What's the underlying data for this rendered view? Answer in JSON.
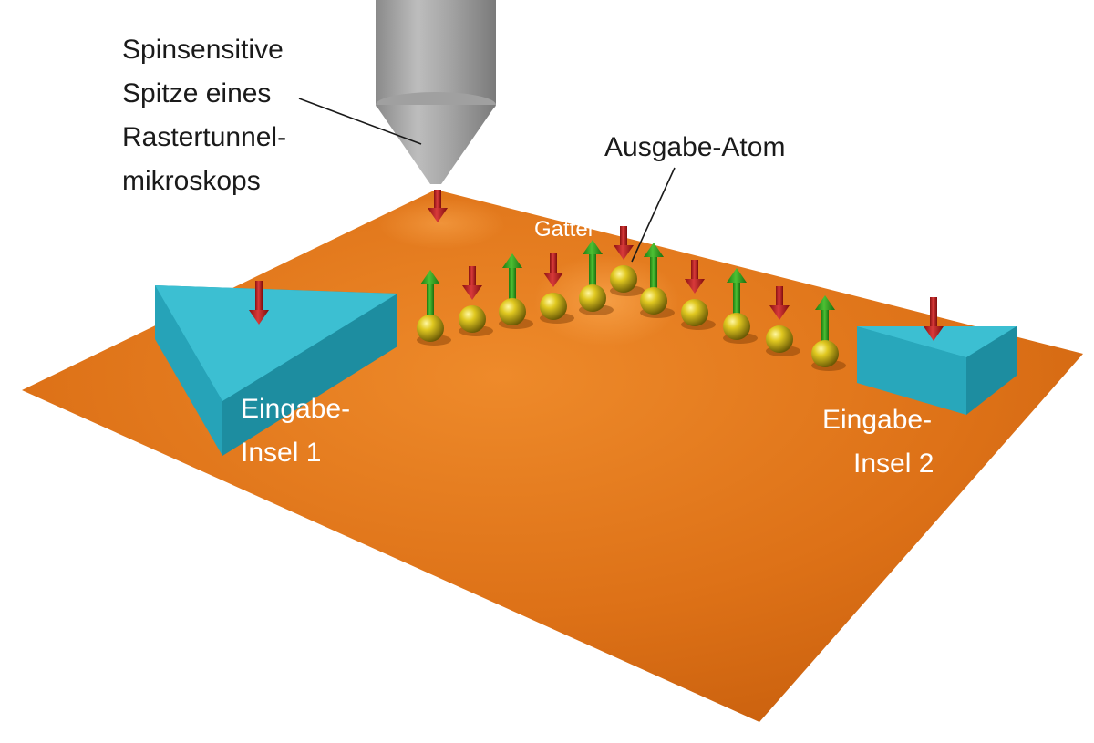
{
  "labels": {
    "tip": [
      "Spinsensitive",
      "Spitze eines",
      "Rastertunnel-",
      "mikroskops"
    ],
    "output_atom": "Ausgabe-Atom",
    "gate": "Gatter",
    "island1": [
      "Eingabe-",
      "Insel 1"
    ],
    "island2": [
      "Eingabe-",
      "Insel 2"
    ]
  },
  "atom_chain": {
    "count": 11,
    "spins": [
      "up",
      "down",
      "up",
      "down",
      "up",
      "down",
      "up",
      "down",
      "up",
      "down",
      "up"
    ]
  },
  "colors": {
    "substrate": "#d96d14",
    "island": "#2aa9bd",
    "atom": "#d8c415",
    "spin_up": "#2e9e1c",
    "spin_down": "#b81e1e",
    "tip": "#9a9a9a"
  }
}
